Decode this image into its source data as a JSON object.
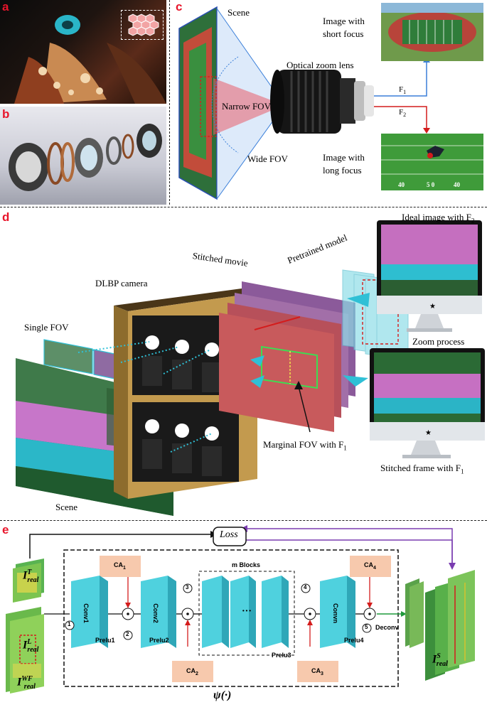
{
  "panels": {
    "a": "a",
    "b": "b",
    "c": "c",
    "d": "d",
    "e": "e"
  },
  "panel_c": {
    "scene": "Scene",
    "narrow_fov": "Narrow FOV",
    "wide_fov": "Wide FOV",
    "optical_zoom_lens": "Optical zoom lens",
    "short_focus": "Image with\nshort focus",
    "short_focus_l1": "Image with",
    "short_focus_l2": "short focus",
    "long_focus_l1": "Image with",
    "long_focus_l2": "long focus",
    "f1": "F",
    "f1_sub": "1",
    "f2": "F",
    "f2_sub": "2",
    "yard_labels": [
      "40",
      "5 0",
      "40"
    ]
  },
  "panel_d": {
    "single_fov": "Single FOV",
    "dlbp_camera": "DLBP camera",
    "stitched_movie": "Stitched movie",
    "pretrained_model": "Pretrained model",
    "ideal_image": "Ideal image with F",
    "ideal_image_sub": "2",
    "zoom_process": "Zoom process",
    "marginal_fov": "Marginal FOV with F",
    "marginal_fov_sub": "1",
    "stitched_frame": "Stitched frame with F",
    "stitched_frame_sub": "1",
    "scene": "Scene"
  },
  "panel_e": {
    "loss": "Loss",
    "i_t": "I",
    "i_t_sup": "T",
    "i_t_sub": "real",
    "i_l": "I",
    "i_l_sup": "L",
    "i_l_sub": "real",
    "i_wf": "I",
    "i_wf_sup": "WF",
    "i_wf_sub": "real",
    "i_s": "I",
    "i_s_sup": "S",
    "i_s_sub": "real",
    "ca1": "CA",
    "ca1_sub": "1",
    "ca2": "CA",
    "ca2_sub": "2",
    "ca3": "CA",
    "ca3_sub": "3",
    "ca4": "CA",
    "ca4_sub": "4",
    "conv1": "Conv1",
    "conv2": "Conv2",
    "convn": "Convn",
    "prelu1": "Prelu1",
    "prelu2": "Prelu2",
    "prelu3": "Prelu3",
    "prelu4": "Prelu4",
    "m_blocks": "m Blocks",
    "dots": "···",
    "deconv": "Deconv",
    "step1": "1",
    "step2": "2",
    "step3": "3",
    "step4": "4",
    "step5": "5",
    "psi": "ψ(·)",
    "odot": "⊙"
  },
  "colors": {
    "panel_letter": "#e8152b",
    "conv_block": "#4fd1de",
    "ca_box": "#f7c9ad",
    "red_arrow": "#d41c1c",
    "blue_arrow": "#3a7fd9",
    "purple_arrow": "#7a3cb0",
    "green_arrow": "#1f9a3c"
  }
}
